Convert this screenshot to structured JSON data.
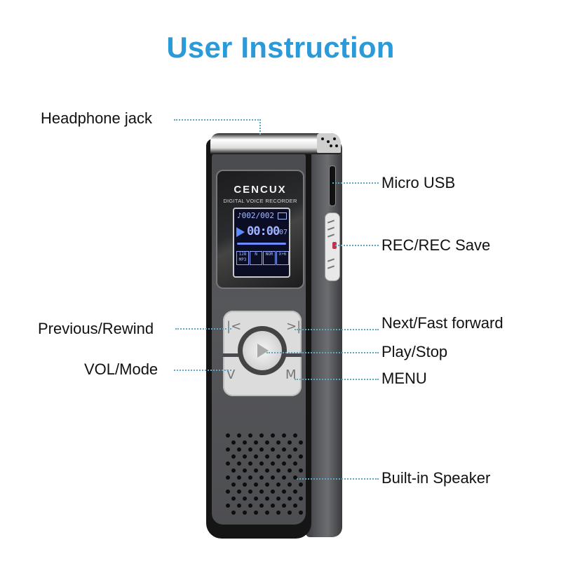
{
  "title": "User Instruction",
  "device": {
    "brand": "CENCUX",
    "subtitle": "DIGITAL VOICE RECORDER",
    "lcd": {
      "track": "002/002",
      "time": "00:00",
      "seconds": "07",
      "icons": [
        "128 MP3",
        "N",
        "NOR",
        "X+6"
      ]
    },
    "buttons": {
      "prev": "|<",
      "next": ">|",
      "vol": "V",
      "menu": "M"
    }
  },
  "callouts": {
    "headphone_jack": "Headphone jack",
    "micro_usb": "Micro USB",
    "rec": "REC/REC Save",
    "previous": "Previous/Rewind",
    "next": "Next/Fast forward",
    "play": "Play/Stop",
    "vol": "VOL/Mode",
    "menu": "MENU",
    "speaker": "Built-in Speaker"
  },
  "colors": {
    "title": "#2a9ad9",
    "leader": "#5aa8c8",
    "lcd_text": "#8ea8ff",
    "rec_indicator": "#c2334a"
  }
}
